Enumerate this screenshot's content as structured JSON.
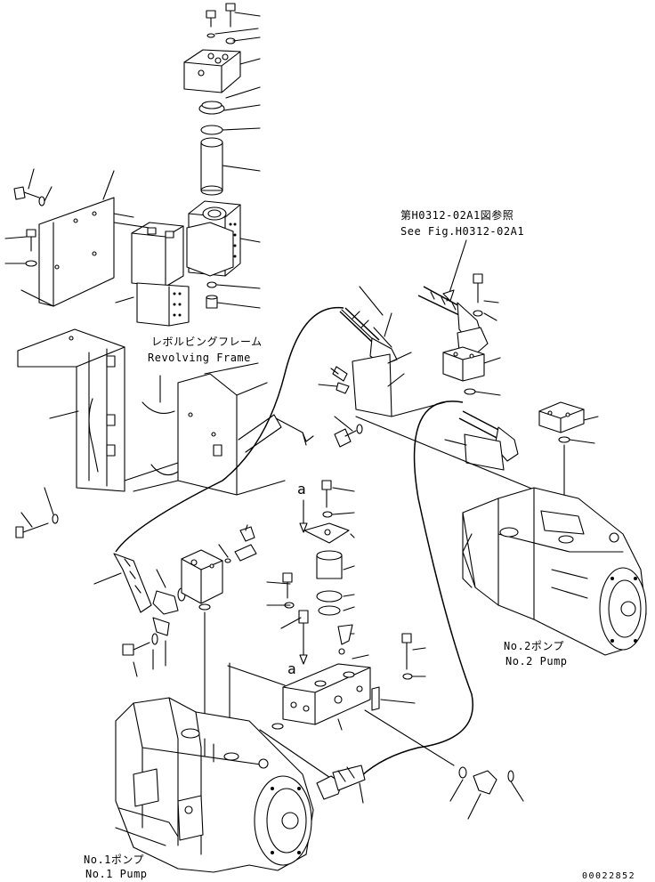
{
  "labels": {
    "ref_jp": "第H0312-02A1図参照",
    "ref_en": "See Fig.H0312-02A1",
    "frame_jp": "レボルビングフレーム",
    "frame_en": "Revolving Frame",
    "pump1_jp": "No.1ポンプ",
    "pump1_en": "No.1 Pump",
    "pump2_jp": "No.2ポンプ",
    "pump2_en": "No.2 Pump",
    "view_marker_top": "a",
    "view_marker_bottom": "a",
    "drawing_number": "00022852"
  },
  "colors": {
    "line": "#000000",
    "background": "#ffffff"
  }
}
